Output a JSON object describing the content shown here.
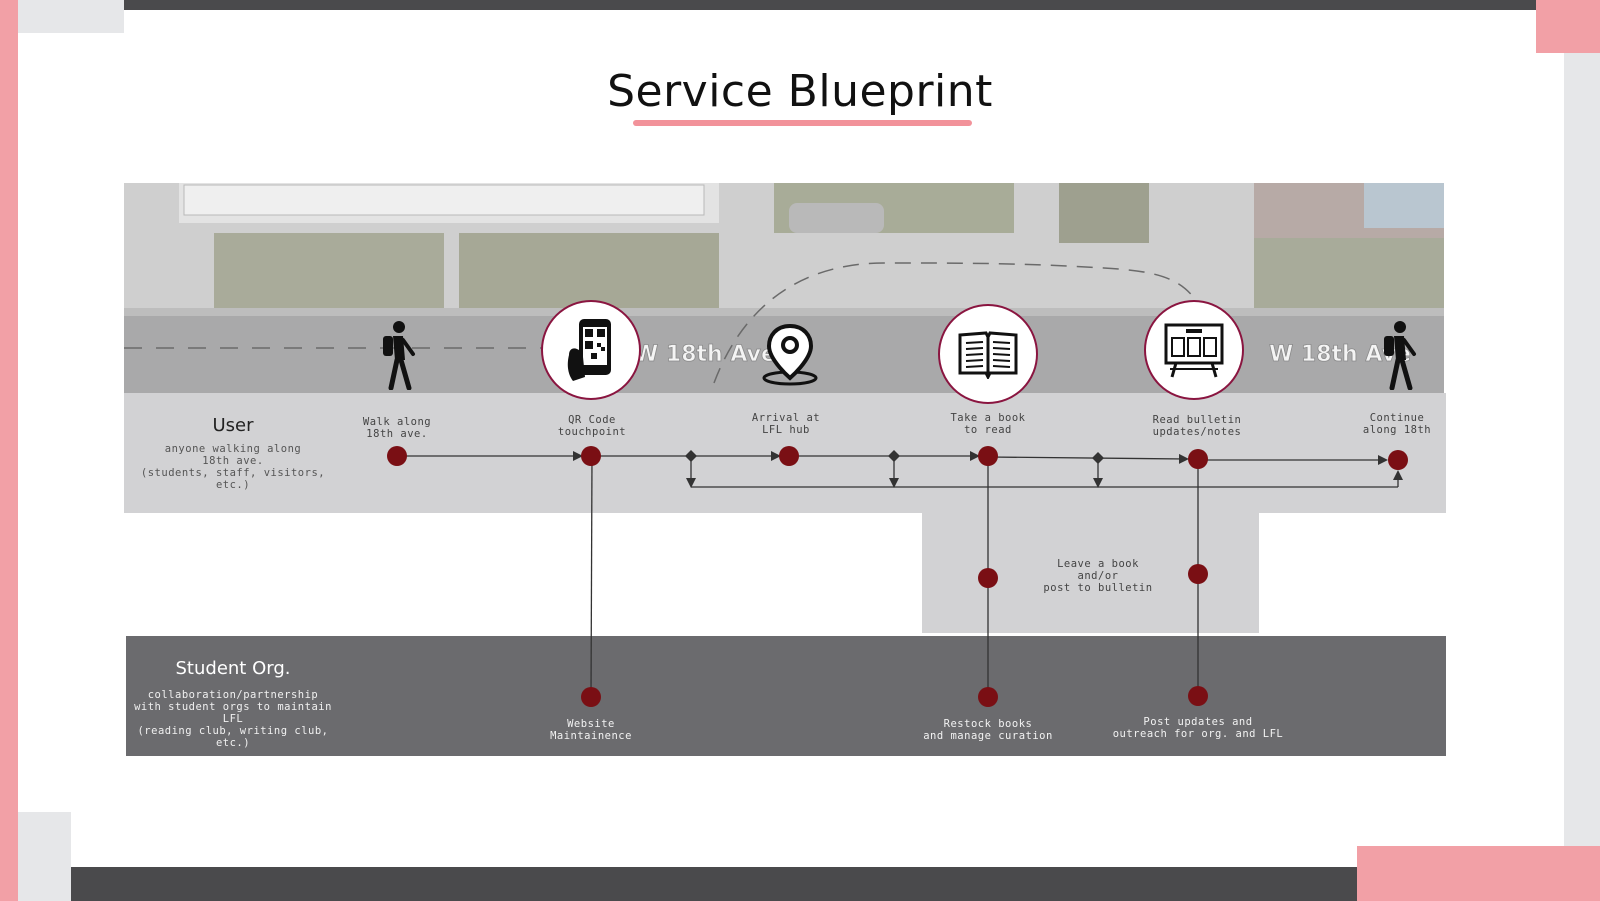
{
  "title": "Service Blueprint",
  "colors": {
    "accent_pink": "#f2929a",
    "node": "#7a0f14",
    "lane_light": "#d2d2d4",
    "lane_dark": "#6b6b6e",
    "frame_dark": "#4a4a4c"
  },
  "aerial": {
    "street_label_1": "W 18th Ave",
    "street_label_2": "W 18th Ave"
  },
  "lanes": {
    "user": {
      "title": "User",
      "subtitle": "anyone walking along\n18th ave.\n(students, staff, visitors, etc.)"
    },
    "student_org": {
      "title": "Student Org.",
      "subtitle": "collaboration/partnership\nwith student orgs to maintain\nLFL\n(reading club, writing club, etc.)"
    }
  },
  "steps": [
    {
      "label": "Walk along\n18th ave.",
      "icon": "walking-person-icon"
    },
    {
      "label": "QR Code\ntouchpoint",
      "icon": "qr-phone-icon"
    },
    {
      "label": "Arrival at\nLFL hub",
      "icon": "location-pin-icon"
    },
    {
      "label": "Take a book\nto read",
      "icon": "open-book-icon"
    },
    {
      "label": "Read bulletin\nupdates/notes",
      "icon": "bulletin-board-icon"
    },
    {
      "label": "Continue\nalong 18th",
      "icon": "walking-person-icon"
    }
  ],
  "mid_lane": {
    "label": "Leave a book\nand/or\npost to bulletin"
  },
  "org_steps": [
    {
      "label": "Website\nMaintainence"
    },
    {
      "label": "Restock books\nand manage curation"
    },
    {
      "label": "Post updates and\noutreach for org. and LFL"
    }
  ]
}
